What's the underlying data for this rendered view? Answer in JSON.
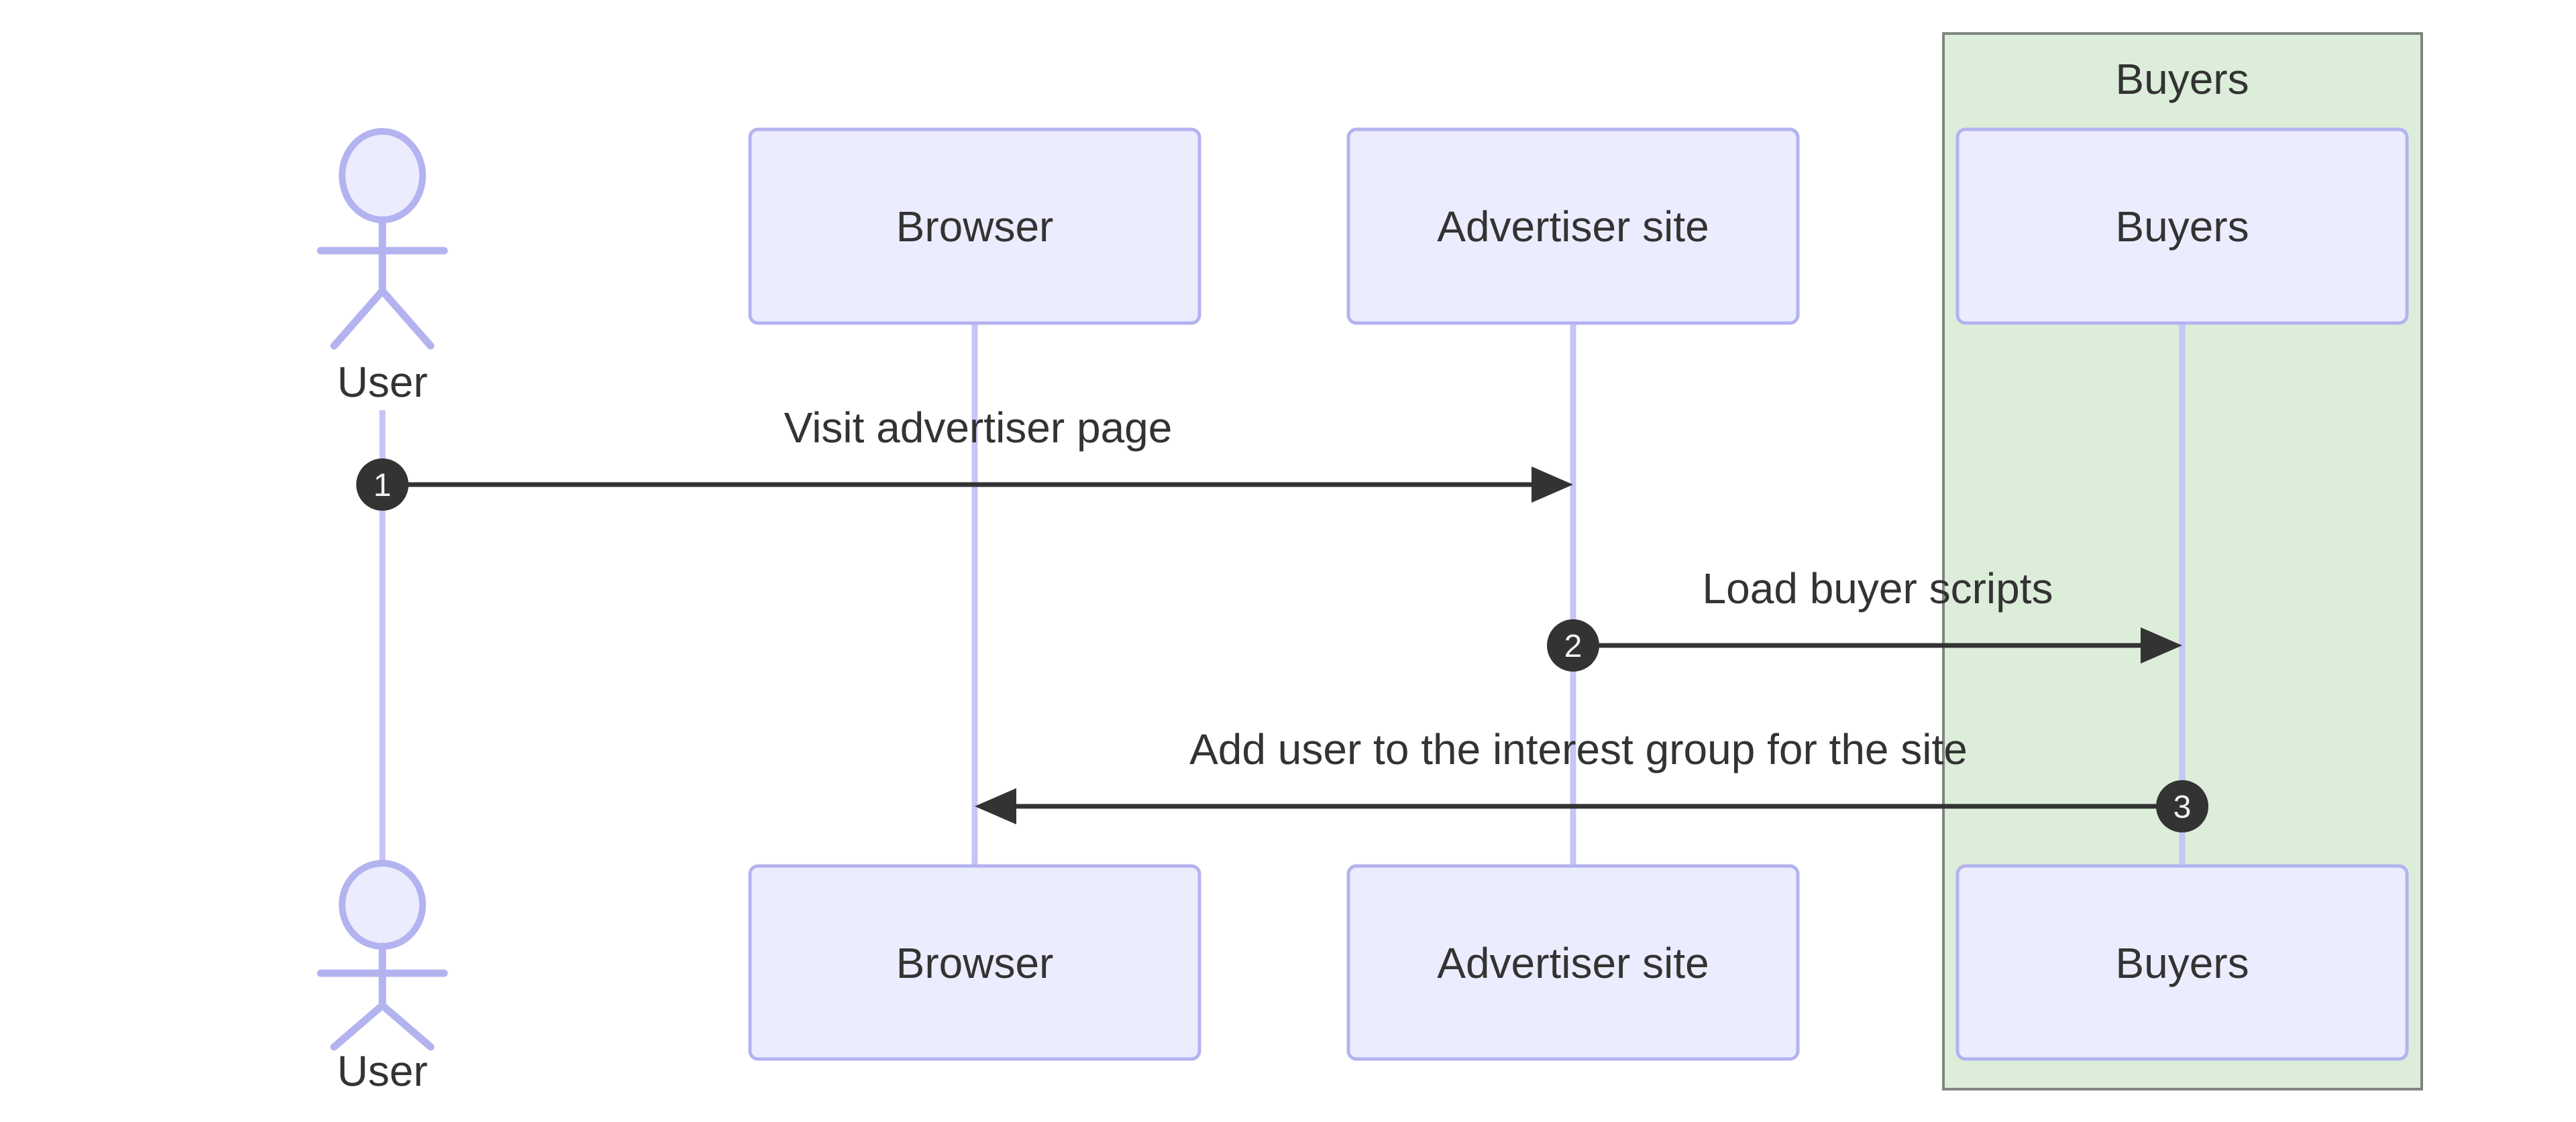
{
  "diagram": {
    "type": "sequence",
    "actor": {
      "label": "User"
    },
    "participants": [
      {
        "label": "Browser"
      },
      {
        "label": "Advertiser site"
      },
      {
        "label": "Buyers"
      }
    ],
    "group": {
      "title": "Buyers"
    },
    "messages": [
      {
        "seq": "1",
        "label": "Visit advertiser page"
      },
      {
        "seq": "2",
        "label": "Load buyer scripts"
      },
      {
        "seq": "3",
        "label": "Add user to the interest group for the site"
      }
    ]
  },
  "theme": {
    "bg": "#ffffff",
    "ink": "#333333",
    "node-fill": "#ECECFF",
    "node-border": "#b3b3f0",
    "lifeline": "#c5c5f7",
    "group-fill": "#dcedda",
    "group-border": "#7f857f",
    "badge-fill": "#333333",
    "badge-text": "#f2f2f2"
  }
}
